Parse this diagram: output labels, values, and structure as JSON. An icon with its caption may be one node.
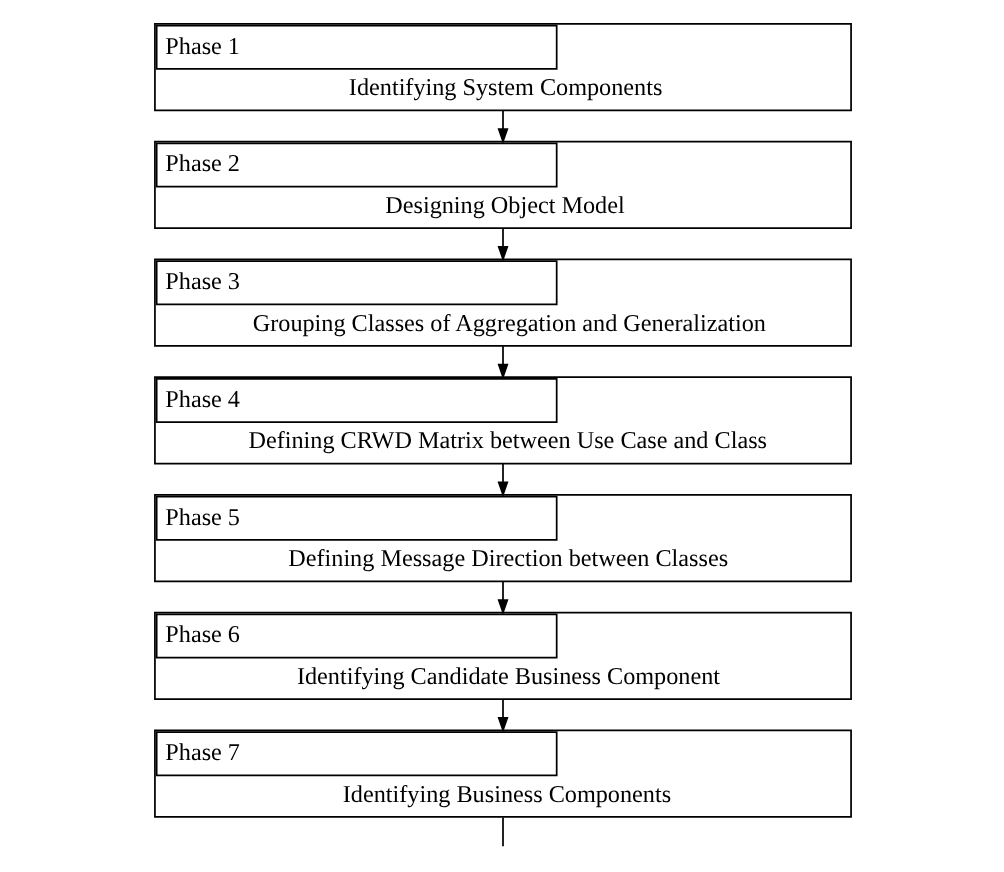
{
  "diagram": {
    "nodes": [
      {
        "text": [
          "Phase 1",
          "Identifying System Components"
        ]
      },
      {
        "text": [
          "Phase 2",
          "Designing Object Model"
        ]
      },
      {
        "text": [
          "Phase 3",
          "Grouping Classes of Aggregation and Generalization"
        ]
      },
      {
        "text": [
          "Phase 4",
          "Defining CRWD Matrix between Use Case and Class"
        ]
      },
      {
        "text": [
          "Phase 5",
          "Defining Message Direction between Classes"
        ]
      },
      {
        "text": [
          "Phase 6",
          "Identifying Candidate Business Component"
        ]
      },
      {
        "text": [
          "Phase 7",
          "Identifying Business Components"
        ]
      }
    ],
    "edges": [
      {
        "from": 0,
        "to": 1,
        "arrow": "to"
      },
      {
        "from": 1,
        "to": 2,
        "arrow": "to"
      },
      {
        "from": 2,
        "to": 3,
        "arrow": "to"
      },
      {
        "from": 3,
        "to": 4,
        "arrow": "to"
      },
      {
        "from": 4,
        "to": 5,
        "arrow": "to"
      },
      {
        "from": 5,
        "to": 6,
        "arrow": "to"
      },
      {
        "from": 6,
        "to": null,
        "arrow": "none"
      }
    ]
  }
}
